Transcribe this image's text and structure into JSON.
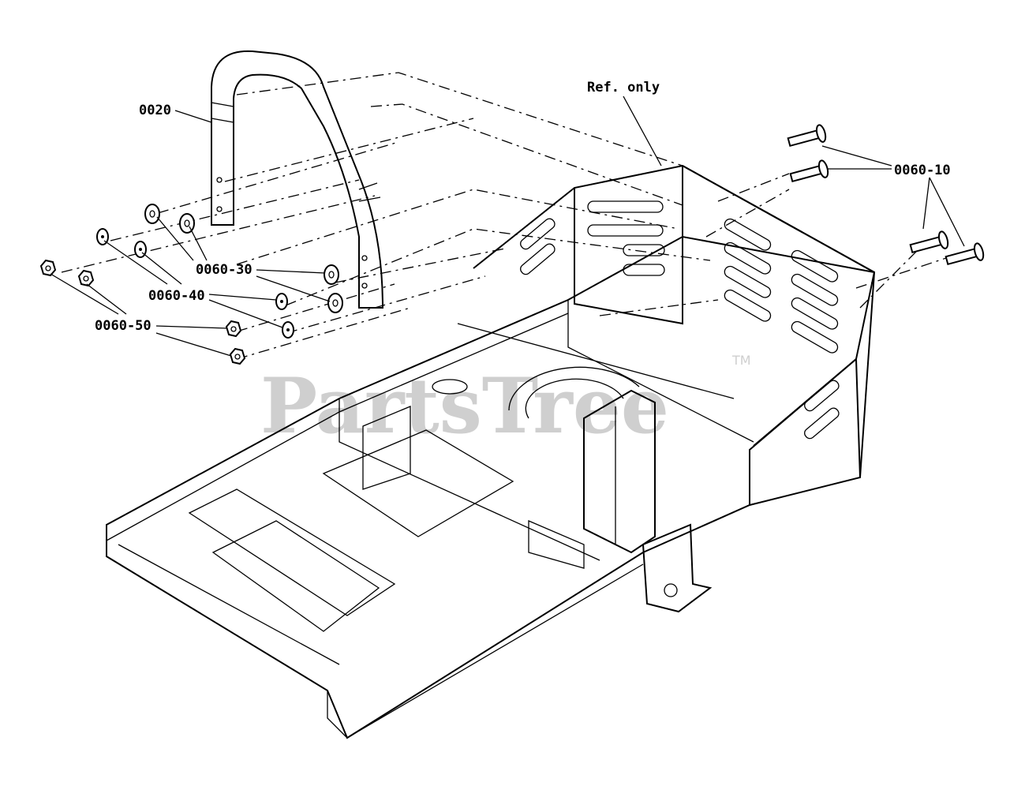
{
  "diagram": {
    "watermark": "PartsTree",
    "watermark_mark": "TM",
    "labels": {
      "part_0020": "0020",
      "ref_only": "Ref. only",
      "part_0060_10": "0060-10",
      "part_0060_30": "0060-30",
      "part_0060_40": "0060-40",
      "part_0060_50": "0060-50"
    }
  }
}
